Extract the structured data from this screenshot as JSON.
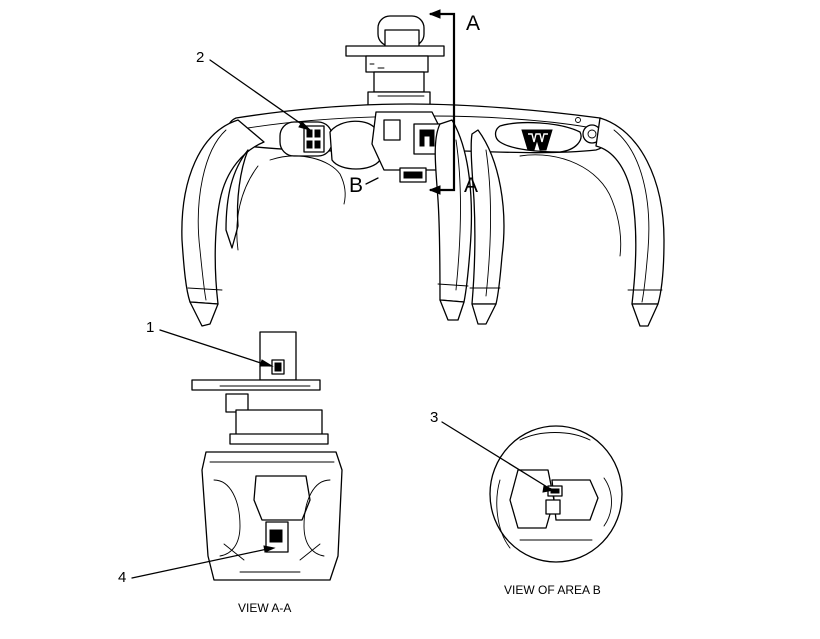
{
  "labels": {
    "section_a_top": "A",
    "section_a_bottom": "A",
    "area_b": "B",
    "callout_1": "1",
    "callout_2": "2",
    "callout_3": "3",
    "callout_4": "4",
    "view_a_a": "VIEW A-A",
    "view_area_b": "VIEW OF AREA B"
  }
}
